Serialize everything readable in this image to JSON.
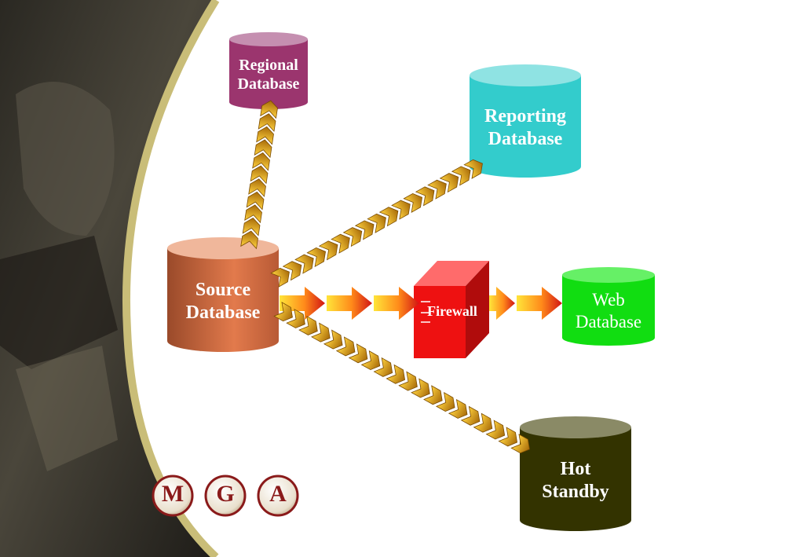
{
  "nodes": {
    "regional": {
      "line1": "Regional",
      "line2": "Database"
    },
    "reporting": {
      "line1": "Reporting",
      "line2": "Database"
    },
    "source": {
      "line1": "Source",
      "line2": "Database"
    },
    "firewall": {
      "label": "Firewall"
    },
    "web": {
      "line1": "Web",
      "line2": "Database"
    },
    "standby": {
      "line1": "Hot",
      "line2": "Standby"
    }
  },
  "logo": {
    "letters": [
      "M",
      "G",
      "A"
    ]
  },
  "colors": {
    "regional": "#9b356e",
    "reporting": "#33cccc",
    "source": "#d9754a",
    "firewall": "#ee1111",
    "web": "#11dd11",
    "standby": "#333300",
    "arrow": "#d4a000",
    "background_photo": "#3a372f",
    "logo_ring": "#8a1a1a"
  }
}
